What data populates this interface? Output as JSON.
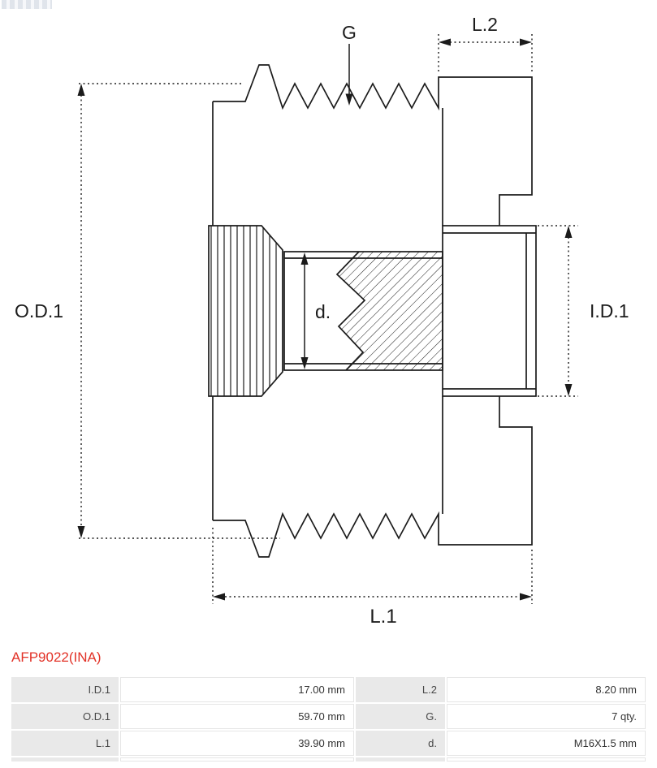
{
  "accent_color": "#e23227",
  "part_number": "AFP9022(INA)",
  "drawing": {
    "labels": {
      "g": "G",
      "l2": "L.2",
      "od1": "O.D.1",
      "id1": "I.D.1",
      "d": "d.",
      "l1": "L.1"
    }
  },
  "spec_table": {
    "rows": [
      {
        "label1": "I.D.1",
        "value1": "17.00 mm",
        "label2": "L.2",
        "value2": "8.20 mm"
      },
      {
        "label1": "O.D.1",
        "value1": "59.70 mm",
        "label2": "G.",
        "value2": "7 qty."
      },
      {
        "label1": "L.1",
        "value1": "39.90 mm",
        "label2": "d.",
        "value2": "M16X1.5 mm"
      }
    ]
  }
}
